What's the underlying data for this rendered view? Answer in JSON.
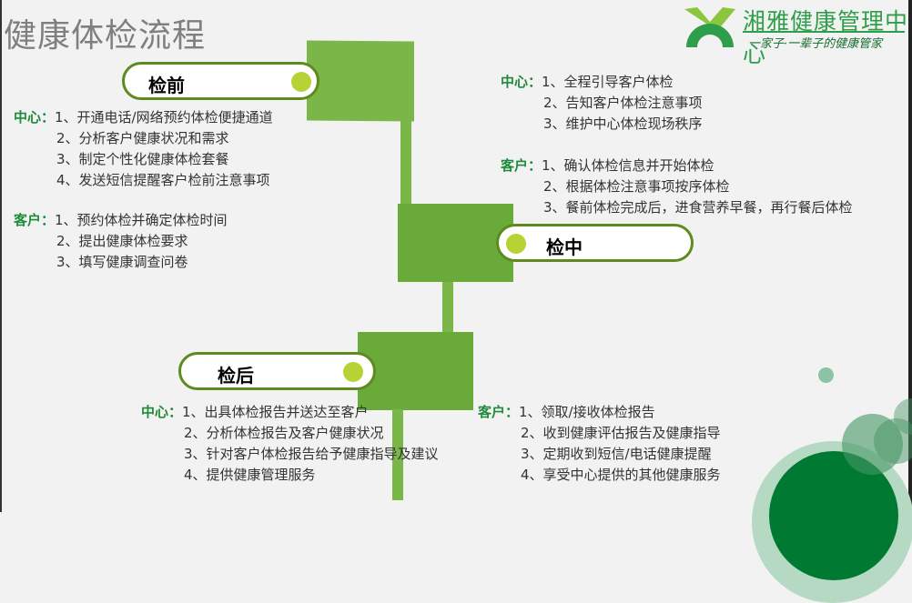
{
  "title": "健康体检流程",
  "logo": {
    "name": "湘雅健康管理中心",
    "slogan": "一家子·一辈子的健康管家"
  },
  "colors": {
    "accent": "#7ab648",
    "dark_green": "#007a33",
    "who": "#1f8a3a",
    "dot": "#b5d334"
  },
  "stages": [
    {
      "label": "检前",
      "groups": [
        {
          "who": "中心：",
          "items": [
            "1、开通电话/网络预约体检便捷通道",
            "2、分析客户健康状况和需求",
            "3、制定个性化健康体检套餐",
            "4、发送短信提醒客户检前注意事项"
          ]
        },
        {
          "who": "客户：",
          "items": [
            "1、预约体检并确定体检时间",
            "2、提出健康体检要求",
            "3、填写健康调查问卷"
          ]
        }
      ]
    },
    {
      "label": "检中",
      "groups": [
        {
          "who": "中心：",
          "items": [
            "1、全程引导客户体检",
            "2、告知客户体检注意事项",
            "3、维护中心体检现场秩序"
          ]
        },
        {
          "who": "客户：",
          "items": [
            "1、确认体检信息并开始体检",
            "2、根据体检注意事项按序体检",
            "3、餐前体检完成后，进食营养早餐，再行餐后体检"
          ]
        }
      ]
    },
    {
      "label": "检后",
      "groups": [
        {
          "who": "中心：",
          "items": [
            "1、出具体检报告并送达至客户",
            "2、分析体检报告及客户健康状况",
            "3、针对客户体检报告给予健康指导及建议",
            "4、提供健康管理服务"
          ]
        },
        {
          "who": "客户：",
          "items": [
            "1、领取/接收体检报告",
            "2、收到健康评估报告及健康指导",
            "3、定期收到短信/电话健康提醒",
            "4、享受中心提供的其他健康服务"
          ]
        }
      ]
    }
  ]
}
